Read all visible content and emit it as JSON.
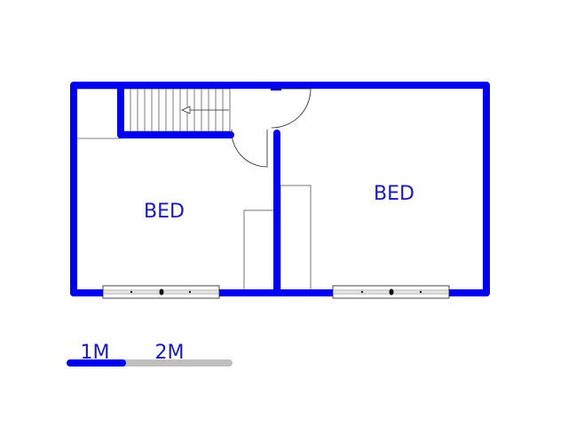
{
  "colors": {
    "wall": "#0000ee",
    "label": "#1a1ab8",
    "line": "#333333",
    "scale_secondary": "#bfbfbf",
    "background": "#ffffff"
  },
  "rooms": [
    {
      "id": "left-bedroom",
      "label": "BED"
    },
    {
      "id": "right-bedroom",
      "label": "BED"
    }
  ],
  "scale_bar": {
    "first_label": "1M",
    "second_label": "2M"
  }
}
